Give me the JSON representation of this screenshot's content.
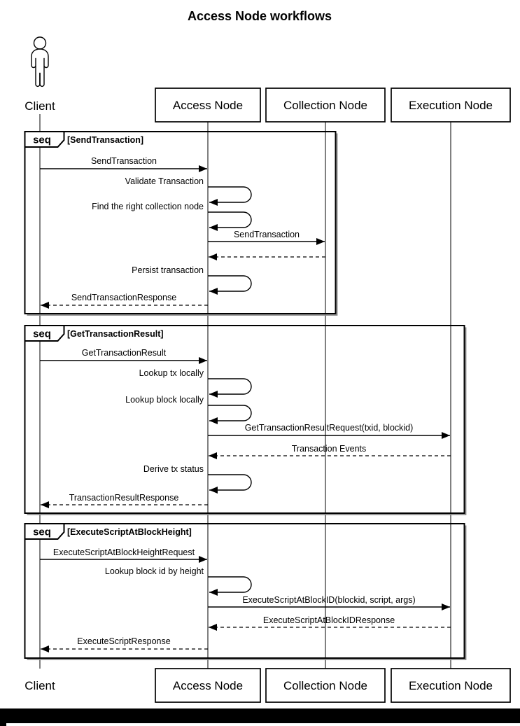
{
  "title": "Access Node workflows",
  "colors": {
    "line": "#000000",
    "background": "#ffffff",
    "footer_bar": "#000000"
  },
  "participants": {
    "client": {
      "label": "Client",
      "type": "actor"
    },
    "access_node": {
      "label": "Access Node",
      "type": "box"
    },
    "collection_node": {
      "label": "Collection Node",
      "type": "box"
    },
    "execution_node": {
      "label": "Execution Node",
      "type": "box"
    }
  },
  "fragments": [
    {
      "operator": "seq",
      "condition": "[SendTransaction]",
      "messages": [
        {
          "label": "SendTransaction",
          "type": "request",
          "from": "Client",
          "to": "Access Node"
        },
        {
          "label": "Validate Transaction",
          "type": "self",
          "on": "Access Node"
        },
        {
          "label": "Find the right collection node",
          "type": "self",
          "on": "Access Node"
        },
        {
          "label": "SendTransaction",
          "type": "request",
          "from": "Access Node",
          "to": "Collection Node"
        },
        {
          "label": "",
          "type": "response",
          "from": "Collection Node",
          "to": "Access Node"
        },
        {
          "label": "Persist transaction",
          "type": "self",
          "on": "Access Node"
        },
        {
          "label": "SendTransactionResponse",
          "type": "response",
          "from": "Access Node",
          "to": "Client"
        }
      ]
    },
    {
      "operator": "seq",
      "condition": "[GetTransactionResult]",
      "messages": [
        {
          "label": "GetTransactionResult",
          "type": "request",
          "from": "Client",
          "to": "Access Node"
        },
        {
          "label": "Lookup tx locally",
          "type": "self",
          "on": "Access Node"
        },
        {
          "label": "Lookup block locally",
          "type": "self",
          "on": "Access Node"
        },
        {
          "label": "GetTransactionResultRequest(txid, blockid)",
          "type": "request",
          "from": "Access Node",
          "to": "Execution Node"
        },
        {
          "label": "Transaction Events",
          "type": "response",
          "from": "Execution Node",
          "to": "Access Node"
        },
        {
          "label": "Derive tx status",
          "type": "self",
          "on": "Access Node"
        },
        {
          "label": "TransactionResultResponse",
          "type": "response",
          "from": "Access Node",
          "to": "Client"
        }
      ]
    },
    {
      "operator": "seq",
      "condition": "[ExecuteScriptAtBlockHeight]",
      "messages": [
        {
          "label": "ExecuteScriptAtBlockHeightRequest",
          "type": "request",
          "from": "Client",
          "to": "Access Node"
        },
        {
          "label": "Lookup block id by height",
          "type": "self",
          "on": "Access Node"
        },
        {
          "label": "ExecuteScriptAtBlockID(blockid, script, args)",
          "type": "request",
          "from": "Access Node",
          "to": "Execution Node"
        },
        {
          "label": "ExecuteScriptAtBlockIDResponse",
          "type": "response",
          "from": "Execution Node",
          "to": "Access Node"
        },
        {
          "label": "ExecuteScriptResponse",
          "type": "response",
          "from": "Access Node",
          "to": "Client"
        }
      ]
    }
  ]
}
